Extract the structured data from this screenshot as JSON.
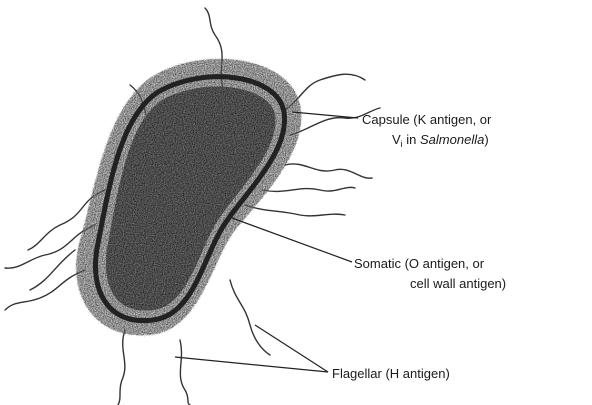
{
  "labels": {
    "capsule": {
      "line1": "Capsule (K antigen, or",
      "line2_prefix": "V",
      "line2_sub": "i",
      "line2_mid": " in ",
      "line2_italic": "Salmonella",
      "line2_suffix": ")"
    },
    "somatic": {
      "line1": "Somatic (O antigen, or",
      "line2": "cell wall antigen)"
    },
    "flagellar": {
      "line1": "Flagellar (H antigen)"
    }
  }
}
